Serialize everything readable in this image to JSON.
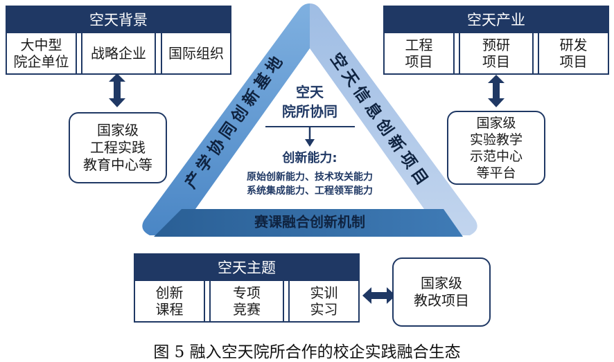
{
  "top_left_group": {
    "title": "空天背景",
    "items": [
      "大中型\n院企单位",
      "战略企业",
      "国际组织"
    ],
    "linked_box": "国家级\n工程实践\n教育中心等"
  },
  "top_right_group": {
    "title": "空天产业",
    "items": [
      "工程\n项目",
      "预研\n项目",
      "研发\n项目"
    ],
    "linked_box": "国家级\n实验教学\n示范中心\n等平台"
  },
  "bottom_group": {
    "title": "空天主题",
    "items": [
      "创新\n课程",
      "专项\n竞赛",
      "实训\n实习"
    ],
    "linked_box": "国家级\n教改项目"
  },
  "triangle": {
    "left_side": "产学协同创新基地",
    "right_side": "空天信息创新项目",
    "bottom_side": "赛课融合创新机制",
    "center_title": "空天\n院所协同",
    "center_subtitle": "创新能力:",
    "center_line1": "原始创新能力、技术攻关能力",
    "center_line2": "系统集成能力、工程领军能力",
    "colors": {
      "left_fill": "#5b9bd5",
      "right_fill": "#a9c3e6",
      "bottom_fill": "#2e6da4",
      "text_dark": "#1f3864"
    }
  },
  "caption": "图 5 融入空天院所合作的校企实践融合生态"
}
